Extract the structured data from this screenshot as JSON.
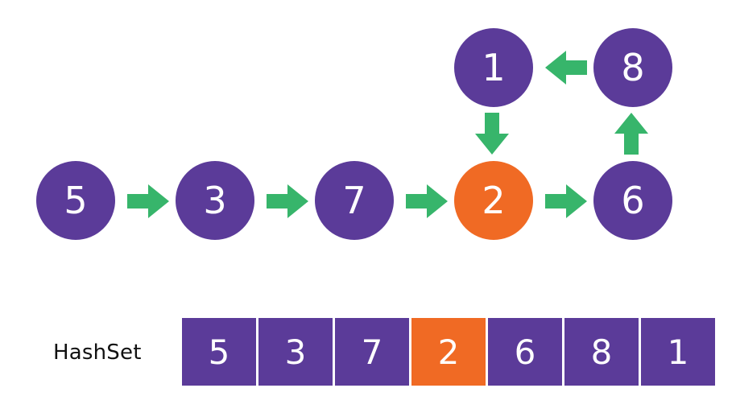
{
  "colors": {
    "node_default": "#5b3b99",
    "node_highlight": "#f06a24",
    "arrow": "#37b56b",
    "cell_default": "#5b3b99",
    "cell_highlight": "#f06a24",
    "text": "#ffffff",
    "label": "#111111"
  },
  "nodes": [
    {
      "id": "n5",
      "value": "5",
      "highlight": false
    },
    {
      "id": "n3",
      "value": "3",
      "highlight": false
    },
    {
      "id": "n7",
      "value": "7",
      "highlight": false
    },
    {
      "id": "n2",
      "value": "2",
      "highlight": true
    },
    {
      "id": "n6",
      "value": "6",
      "highlight": false
    },
    {
      "id": "n8",
      "value": "8",
      "highlight": false
    },
    {
      "id": "n1",
      "value": "1",
      "highlight": false
    }
  ],
  "edges": [
    {
      "from": "5",
      "to": "3"
    },
    {
      "from": "3",
      "to": "7"
    },
    {
      "from": "7",
      "to": "2"
    },
    {
      "from": "2",
      "to": "6"
    },
    {
      "from": "6",
      "to": "8"
    },
    {
      "from": "8",
      "to": "1"
    },
    {
      "from": "1",
      "to": "2"
    }
  ],
  "hashset": {
    "label": "HashSet",
    "values": [
      "5",
      "3",
      "7",
      "2",
      "6",
      "8",
      "1"
    ],
    "highlight_index": 3
  }
}
